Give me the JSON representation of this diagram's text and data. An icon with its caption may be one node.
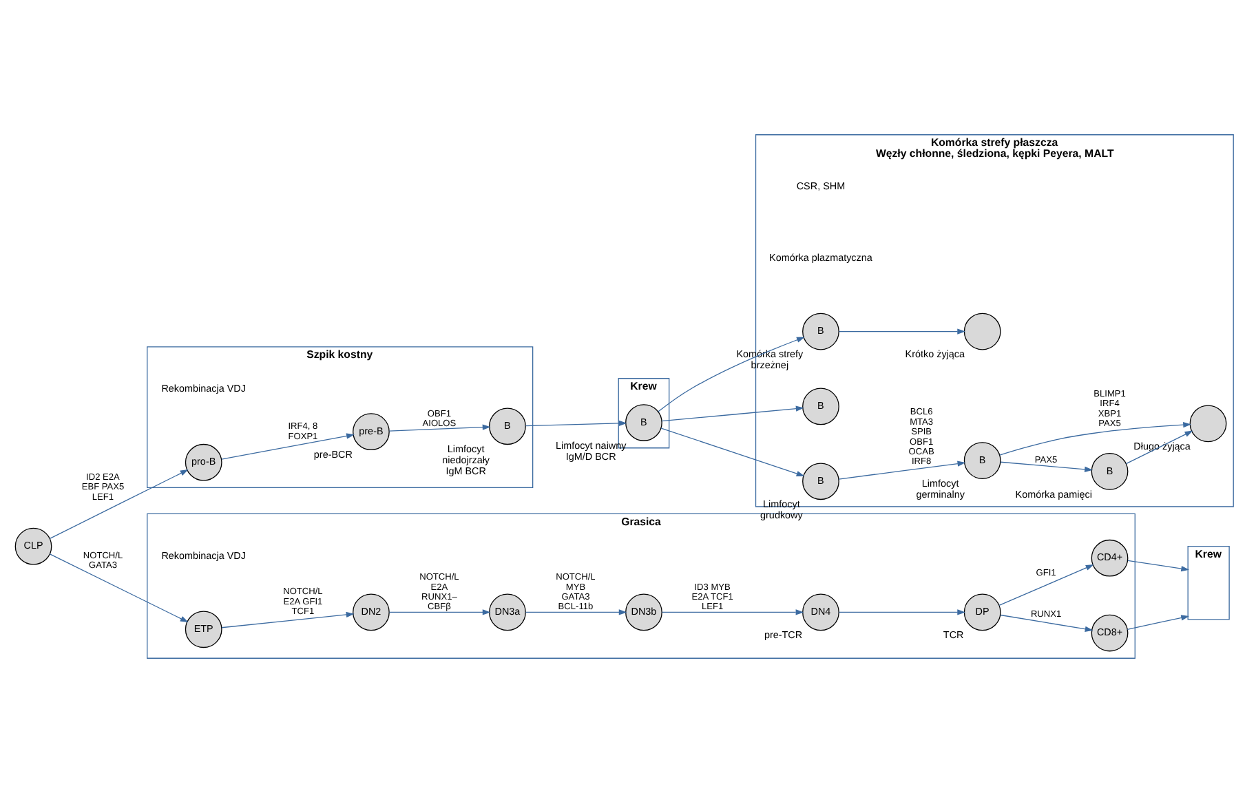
{
  "diagram": {
    "nodes": [
      {
        "text": [
          "Szpik kostny"
        ]
      },
      {
        "text": [
          "pro-B"
        ],
        "in": 0
      },
      {
        "text": [
          "pre-B"
        ],
        "in": 0,
        "beside": [
          "pre-BCR"
        ]
      },
      {
        "text": [
          "B"
        ],
        "in": 0,
        "beside": [
          "Limfocyt niedojrzały",
          "IgM BCR"
        ]
      },
      {
        "text": [
          "Krew"
        ]
      },
      {
        "text": [
          "B"
        ],
        "in": 4,
        "beside": [
          "Limfocyt naiwny",
          "IgM/D BCR"
        ]
      },
      {
        "text": [
          "Komórka strefy płaszcza",
          "Węzły chłonne, śledziona, kępki Peyera, MALT"
        ]
      },
      {
        "text": [
          "B"
        ],
        "in": 6
      },
      {
        "text": [
          "B"
        ],
        "in": 6,
        "beside": [
          "Limfocyt grudkowy"
        ]
      },
      {
        "text": [
          "B"
        ],
        "in": 6,
        "beside": [
          "Limfocyt germinalny"
        ]
      },
      {
        "text": [
          "B"
        ],
        "in": 6,
        "beside": [
          "Komórka pamięci"
        ]
      },
      {
        "text": [
          "B"
        ],
        "in": 6,
        "beside": [
          "Komórka strefy brzeżnej"
        ]
      },
      {
        "text": [],
        "shape": "circle",
        "in": 6,
        "beside": [
          "Krótko żyjąca"
        ]
      },
      {
        "text": [],
        "shape": "circle",
        "in": 6,
        "beside": [
          "Długo żyjąca"
        ]
      },
      {
        "text": [
          "CLP"
        ]
      },
      {
        "text": [
          "Grasica"
        ]
      },
      {
        "text": [
          "ETP"
        ],
        "in": 15
      },
      {
        "text": [
          "DN2"
        ],
        "in": 15
      },
      {
        "text": [
          "DN3a"
        ],
        "in": 15
      },
      {
        "text": [
          "DN3b"
        ],
        "in": 15
      },
      {
        "text": [
          "DN4"
        ],
        "in": 15,
        "beside": [
          "pre-TCR"
        ]
      },
      {
        "text": [
          "DP"
        ],
        "in": 15,
        "beside": [
          "TCR"
        ]
      },
      {
        "text": [
          "CD4+"
        ],
        "in": 15
      },
      {
        "text": [
          "CD8+"
        ],
        "in": 15
      },
      {
        "text": [
          "Krew"
        ]
      }
    ],
    "edges": [
      {
        "from": 14,
        "to": 1,
        "arrow": "to",
        "label": "ID2 E2A EBF PAX5 LEF1"
      },
      {
        "from": 1,
        "to": 2,
        "arrow": "to",
        "label": "IRF4, 8 FOXP1"
      },
      {
        "from": 2,
        "to": 3,
        "arrow": "to",
        "label": "OBF1 AIOLOS"
      },
      {
        "from": 3,
        "to": 5,
        "arrow": "to"
      },
      {
        "from": 5,
        "to": 7,
        "arrow": "to"
      },
      {
        "from": 5,
        "to": 8,
        "arrow": "to"
      },
      {
        "from": 5,
        "to": 11,
        "arrow": "to"
      },
      {
        "from": 8,
        "to": 9,
        "arrow": "to",
        "label": "BCL6 MTA3 SPIB OBF1 OCAB IRF8"
      },
      {
        "from": 9,
        "to": 10,
        "arrow": "to",
        "label": "PAX5"
      },
      {
        "from": 9,
        "to": 13,
        "arrow": "to",
        "label": "BLIMP1 IRF4 XBP1 PAX5"
      },
      {
        "from": 10,
        "to": 13,
        "arrow": "to"
      },
      {
        "from": 11,
        "to": 12,
        "arrow": "to"
      },
      {
        "from": 14,
        "to": 16,
        "arrow": "to",
        "label": "NOTCH/L GATA3"
      },
      {
        "from": 16,
        "to": 17,
        "arrow": "to",
        "label": "NOTCH/L E2A GFI1 TCF1"
      },
      {
        "from": 17,
        "to": 18,
        "arrow": "to",
        "label": "NOTCH/L E2A RUNX1– CBFβ"
      },
      {
        "from": 18,
        "to": 19,
        "arrow": "to",
        "label": "NOTCH/L MYB GATA3 BCL-11b"
      },
      {
        "from": 19,
        "to": 20,
        "arrow": "to",
        "label": "ID3 MYB E2A TCF1 LEF1"
      },
      {
        "from": 20,
        "to": 21,
        "arrow": "to"
      },
      {
        "from": 21,
        "to": 22,
        "arrow": "to",
        "label": "GFI1"
      },
      {
        "from": 21,
        "to": 23,
        "arrow": "to",
        "label": "RUNX1"
      },
      {
        "from": 22,
        "to": 24,
        "arrow": "to"
      },
      {
        "from": 23,
        "to": 24,
        "arrow": "to"
      }
    ],
    "labels": [
      "Rekombinacja VDJ",
      "CSR, SHM",
      "Komórka plazmatyczna",
      "Rekombinacja VDJ"
    ]
  }
}
